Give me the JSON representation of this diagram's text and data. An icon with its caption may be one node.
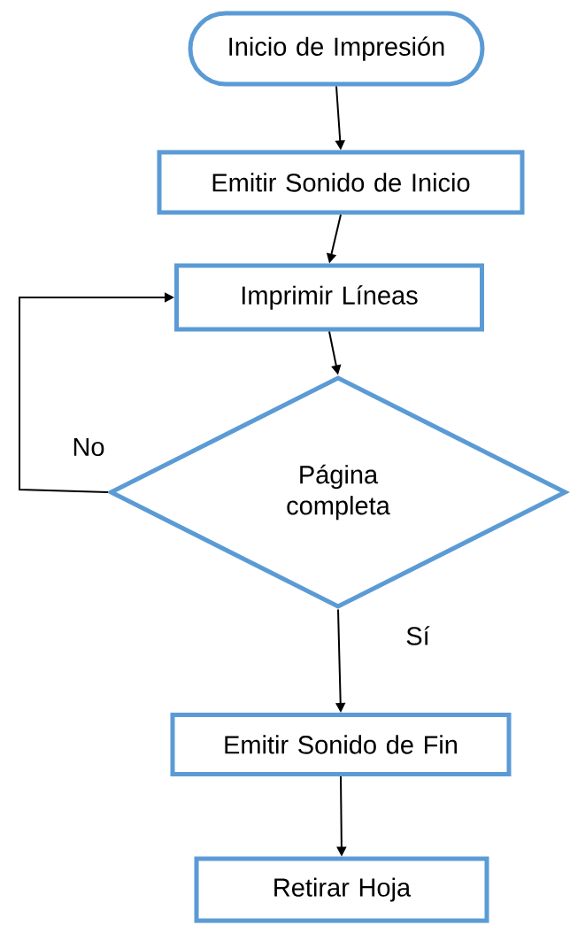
{
  "diagram": {
    "nodes": [
      {
        "text": [
          "Inicio de Impresión"
        ]
      },
      {
        "text": [
          "Emitir Sonido de Inicio"
        ]
      },
      {
        "text": [
          "Imprimir Líneas"
        ]
      },
      {
        "text": [
          "Página completa"
        ]
      },
      {
        "text": [
          "Emitir Sonido de Fin"
        ]
      },
      {
        "text": [
          "Retirar Hoja"
        ]
      }
    ],
    "edges": [
      {
        "from": 0,
        "to": 1,
        "arrow": "to"
      },
      {
        "from": 1,
        "to": 2,
        "arrow": "to"
      },
      {
        "from": 2,
        "to": 3,
        "arrow": "to"
      },
      {
        "from": 3,
        "to": 2,
        "arrow": "to",
        "label": "No"
      },
      {
        "from": 3,
        "to": 4,
        "arrow": "to",
        "label": "Sí"
      },
      {
        "from": 4,
        "to": 5,
        "arrow": "to"
      }
    ]
  }
}
